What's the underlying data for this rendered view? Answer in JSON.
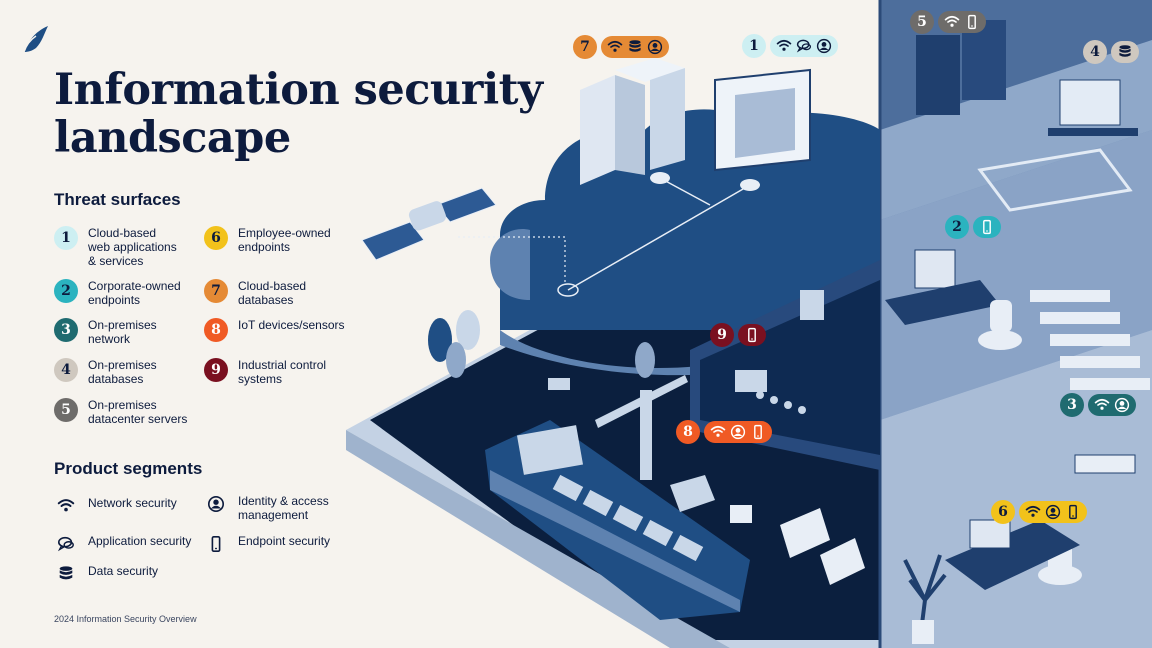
{
  "title": {
    "line1": "Information security",
    "line2": "landscape"
  },
  "threat_surfaces": {
    "heading": "Threat surfaces",
    "items": [
      {
        "num": "1",
        "label": "Cloud-based\nweb applications\n& services",
        "color": "#cdeff2",
        "text": "#0d1b3d"
      },
      {
        "num": "2",
        "label": "Corporate-owned\nendpoints",
        "color": "#2bb3bf",
        "text": "#0d1b3d"
      },
      {
        "num": "3",
        "label": "On-premises\nnetwork",
        "color": "#1f6b70",
        "text": "#ffffff"
      },
      {
        "num": "4",
        "label": "On-premises\ndatabases",
        "color": "#cfc8bf",
        "text": "#0d1b3d"
      },
      {
        "num": "5",
        "label": "On-premises\ndatacenter servers",
        "color": "#6e6c6a",
        "text": "#ffffff"
      },
      {
        "num": "6",
        "label": "Employee-owned\nendpoints",
        "color": "#f2c21b",
        "text": "#0d1b3d"
      },
      {
        "num": "7",
        "label": "Cloud-based\ndatabases",
        "color": "#e58a35",
        "text": "#0d1b3d"
      },
      {
        "num": "8",
        "label": "IoT devices/sensors",
        "color": "#f05a24",
        "text": "#ffffff"
      },
      {
        "num": "9",
        "label": "Industrial control\nsystems",
        "color": "#7a1020",
        "text": "#ffffff"
      }
    ]
  },
  "product_segments": {
    "heading": "Product segments",
    "items": [
      {
        "icon": "wifi-icon",
        "label": "Network security"
      },
      {
        "icon": "chat-icon",
        "label": "Application security"
      },
      {
        "icon": "database-icon",
        "label": "Data security"
      },
      {
        "icon": "user-icon",
        "label": "Identity & access\nmanagement"
      },
      {
        "icon": "phone-icon",
        "label": "Endpoint security"
      }
    ]
  },
  "badges": [
    {
      "num": "7",
      "icons": [
        "wifi-icon",
        "database-icon",
        "user-icon"
      ]
    },
    {
      "num": "1",
      "icons": [
        "wifi-icon",
        "chat-icon",
        "user-icon"
      ]
    },
    {
      "num": "5",
      "icons": [
        "wifi-icon",
        "phone-icon"
      ]
    },
    {
      "num": "4",
      "icons": [
        "database-icon"
      ]
    },
    {
      "num": "2",
      "icons": [
        "phone-icon"
      ]
    },
    {
      "num": "9",
      "icons": [
        "phone-icon"
      ]
    },
    {
      "num": "8",
      "icons": [
        "wifi-icon",
        "user-icon",
        "phone-icon"
      ]
    },
    {
      "num": "3",
      "icons": [
        "wifi-icon",
        "user-icon"
      ]
    },
    {
      "num": "6",
      "icons": [
        "wifi-icon",
        "user-icon",
        "phone-icon"
      ]
    }
  ],
  "footer": "2024 Information Security Overview",
  "colors": {
    "navy": "#0d1b3d",
    "background": "#f6f3ee",
    "cloud": "#1f4e84",
    "ground": "#0b1f3e",
    "building": "#6f8fb8"
  }
}
